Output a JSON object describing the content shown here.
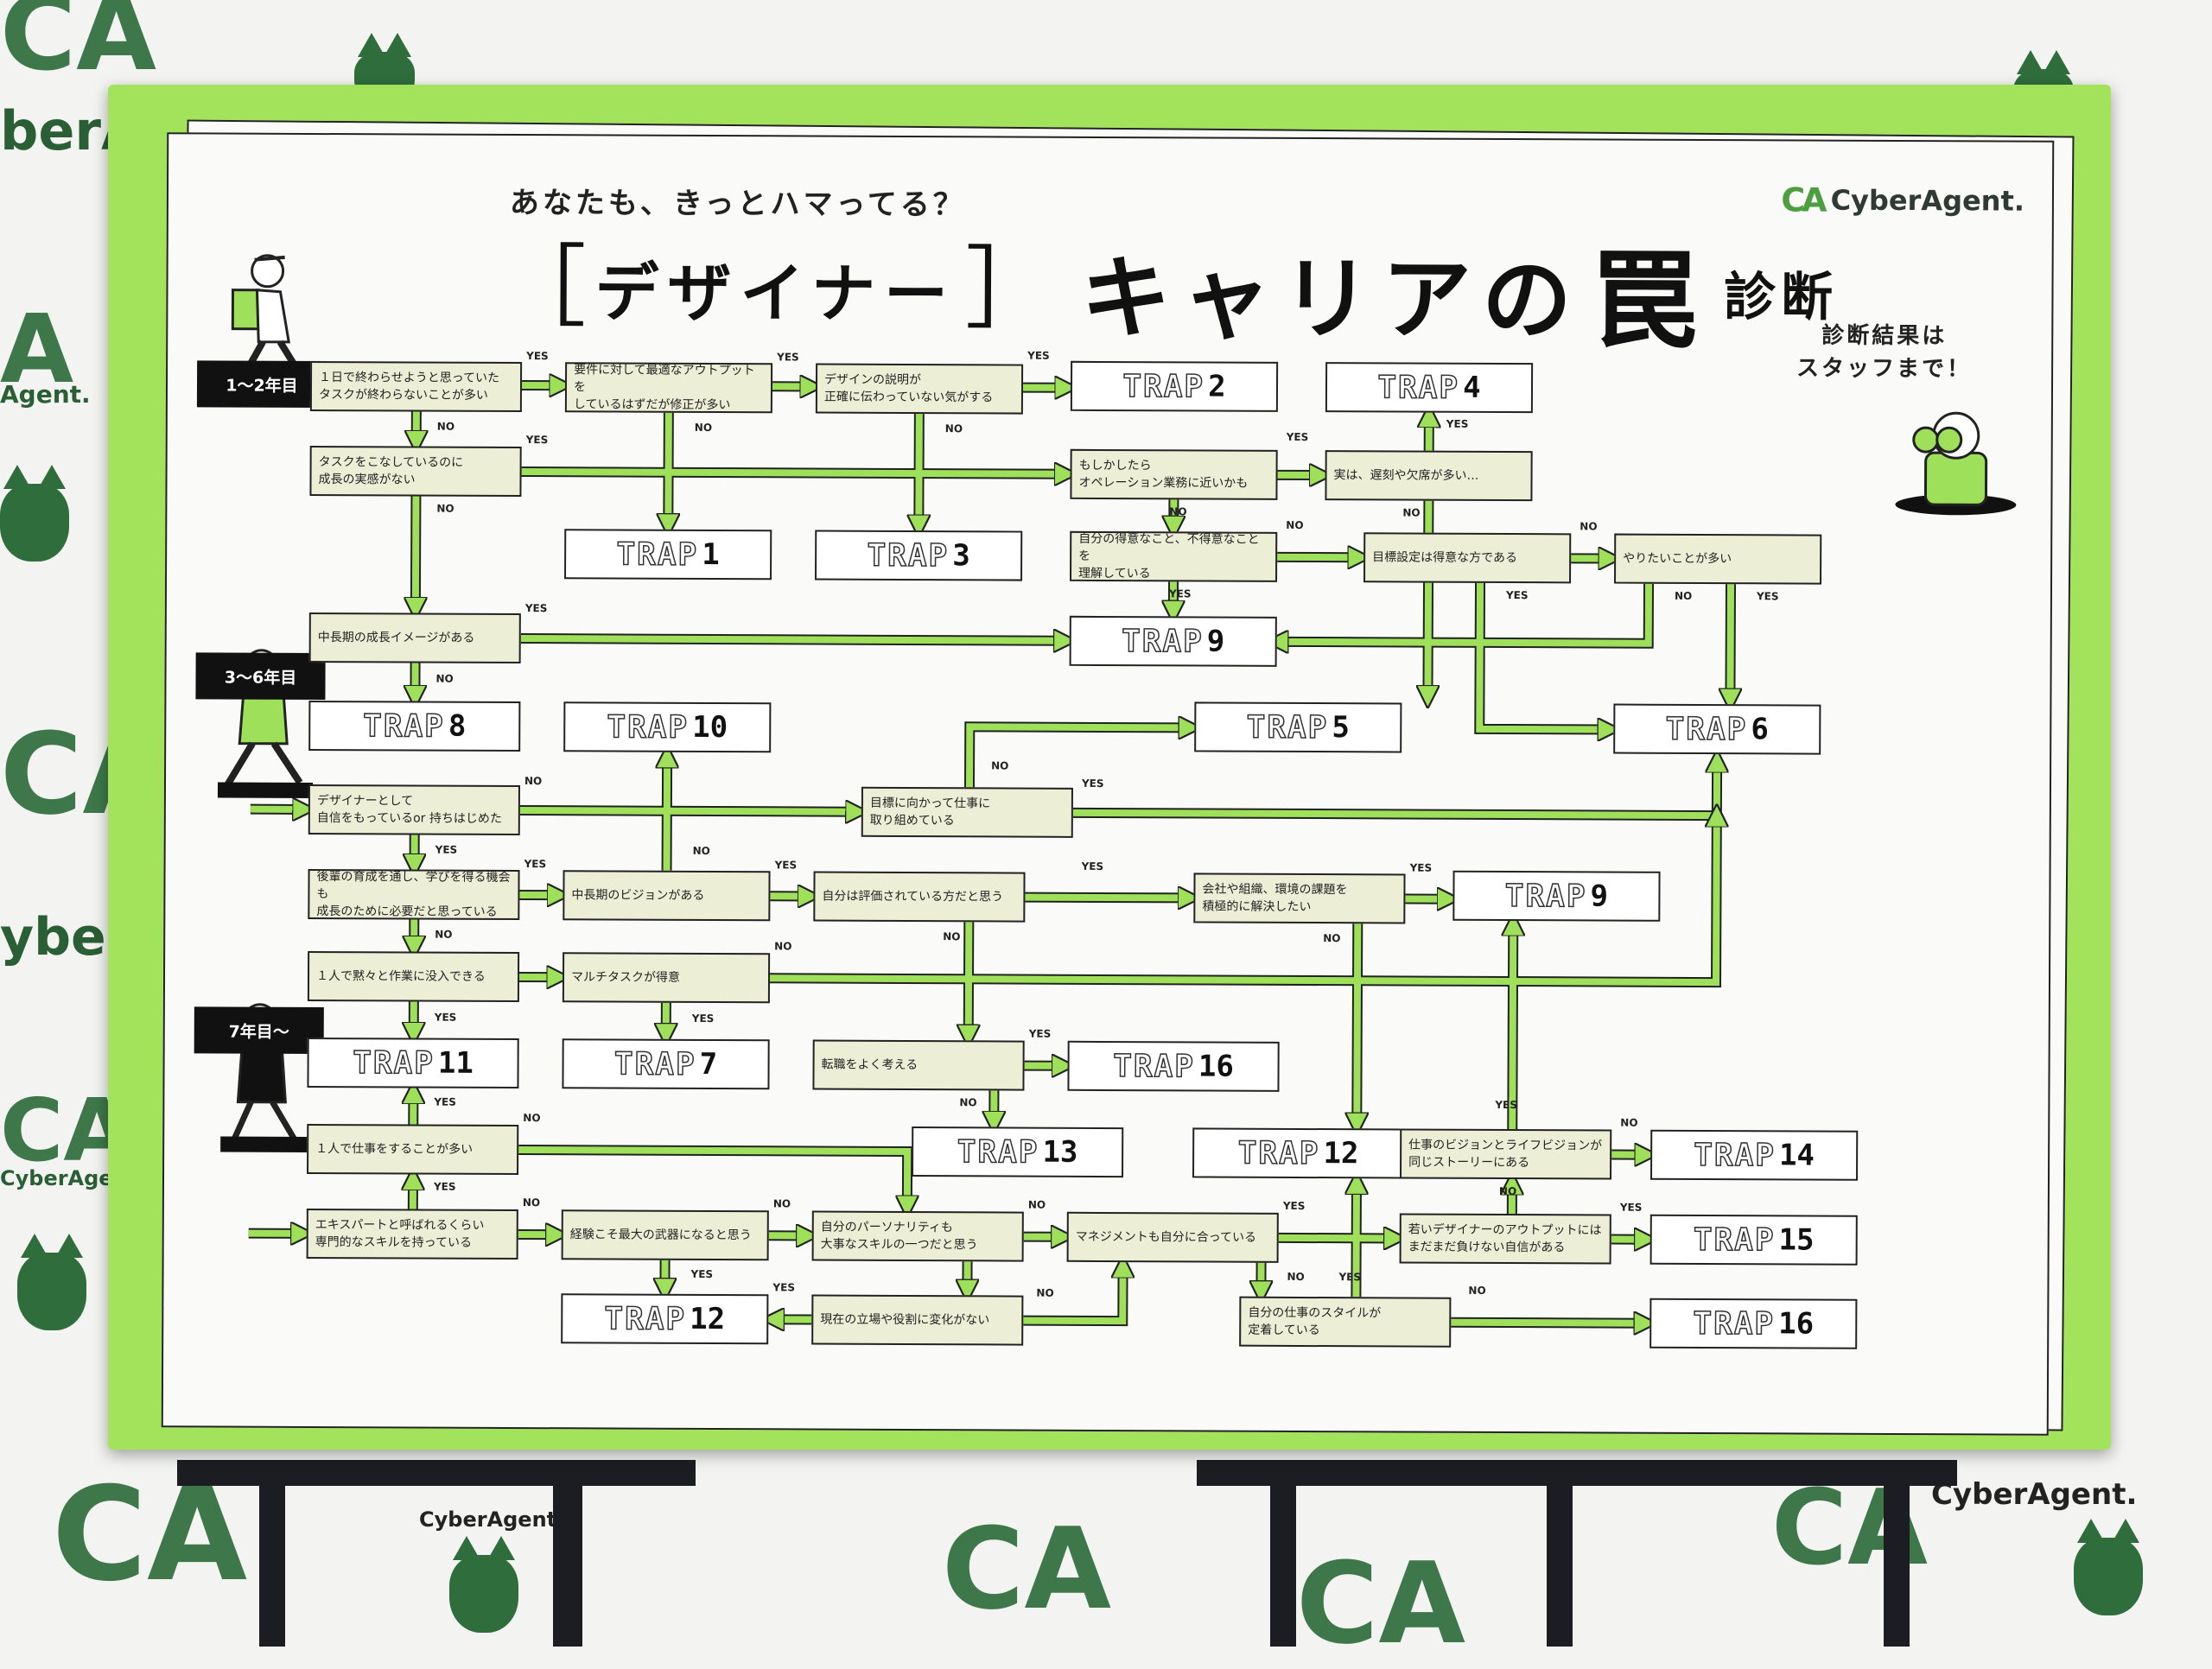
{
  "board": {
    "subtitle": "あなたも、きっとハマってる？",
    "title_bracket_text": "デザイナー",
    "title_bracket_left": "［",
    "title_bracket_right": "］",
    "title_main": "キャリアの",
    "title_trap": "罠",
    "title_diagnosis": "診断",
    "logo_mark": "CA",
    "logo_text": "CyberAgent.",
    "staff_note_line1": "診断結果は",
    "staff_note_line2": "スタッフまで！"
  },
  "stages": {
    "s1": "1〜2年目",
    "s2": "3〜6年目",
    "s3": "7年目〜"
  },
  "questions": {
    "q1": "１日で終わらせようと思っていた\nタスクが終わらないことが多い",
    "q2": "要件に対して最適なアウトプットを\nしているはずだが修正が多い",
    "q3": "デザインの説明が\n正確に伝わっていない気がする",
    "q4": "タスクをこなしているのに\n成長の実感がない",
    "q5": "もしかしたら\nオペレーション業務に近いかも",
    "q6": "実は、遅刻や欠席が多い…",
    "q7": "自分の得意なこと、不得意なことを\n理解している",
    "q8": "目標設定は得意な方である",
    "q9": "やりたいことが多い",
    "q10": "中長期の成長イメージがある",
    "q11": "デザイナーとして\n自信をもっているor 持ちはじめた",
    "q12": "目標に向かって仕事に\n取り組めている",
    "q13": "後輩の育成を通し、学びを得る機会も\n成長のために必要だと思っている",
    "q14": "中長期のビジョンがある",
    "q15": "自分は評価されている方だと思う",
    "q16": "会社や組織、環境の課題を\n積極的に解決したい",
    "q17": "１人で黙々と作業に没入できる",
    "q18": "マルチタスクが得意",
    "q19": "転職をよく考える",
    "q20": "１人で仕事をすることが多い",
    "q21": "仕事のビジョンとライフビジョンが\n同じストーリーにある",
    "q22": "エキスパートと呼ばれるくらい\n専門的なスキルを持っている",
    "q23": "経験こそ最大の武器になると思う",
    "q24": "自分のパーソナリティも\n大事なスキルの一つだと思う",
    "q25": "マネジメントも自分に合っている",
    "q26": "若いデザイナーのアウトプットには\nまだまだ負けない自信がある",
    "q27": "現在の立場や役割に変化がない",
    "q28": "自分の仕事のスタイルが\n定着している"
  },
  "traps": {
    "word": "TRAP",
    "t2": "2",
    "t4": "4",
    "t1": "1",
    "t3": "3",
    "t9a": "9",
    "t8": "8",
    "t10": "10",
    "t5": "5",
    "t6": "6",
    "t9b": "9",
    "t11": "11",
    "t7": "7",
    "t16a": "16",
    "t13": "13",
    "t12a": "12",
    "t14": "14",
    "t15": "15",
    "t12b": "12",
    "t16b": "16"
  },
  "answers": {
    "yes": "YES",
    "no": "NO"
  },
  "backdrop": {
    "word_top": "berAg",
    "word_left1": "Agent.",
    "word_left2": "yber",
    "word_left3": "CyberAgen",
    "word_bottom1": "CyberAgent",
    "word_bottom2": "CyberAgent.",
    "word_right": "t."
  },
  "colors": {
    "accent_green": "#a3e35b",
    "arrow_green": "#9ee05a",
    "box_fill": "#ecefd6",
    "brand_dark_green": "#2f6e3c"
  }
}
